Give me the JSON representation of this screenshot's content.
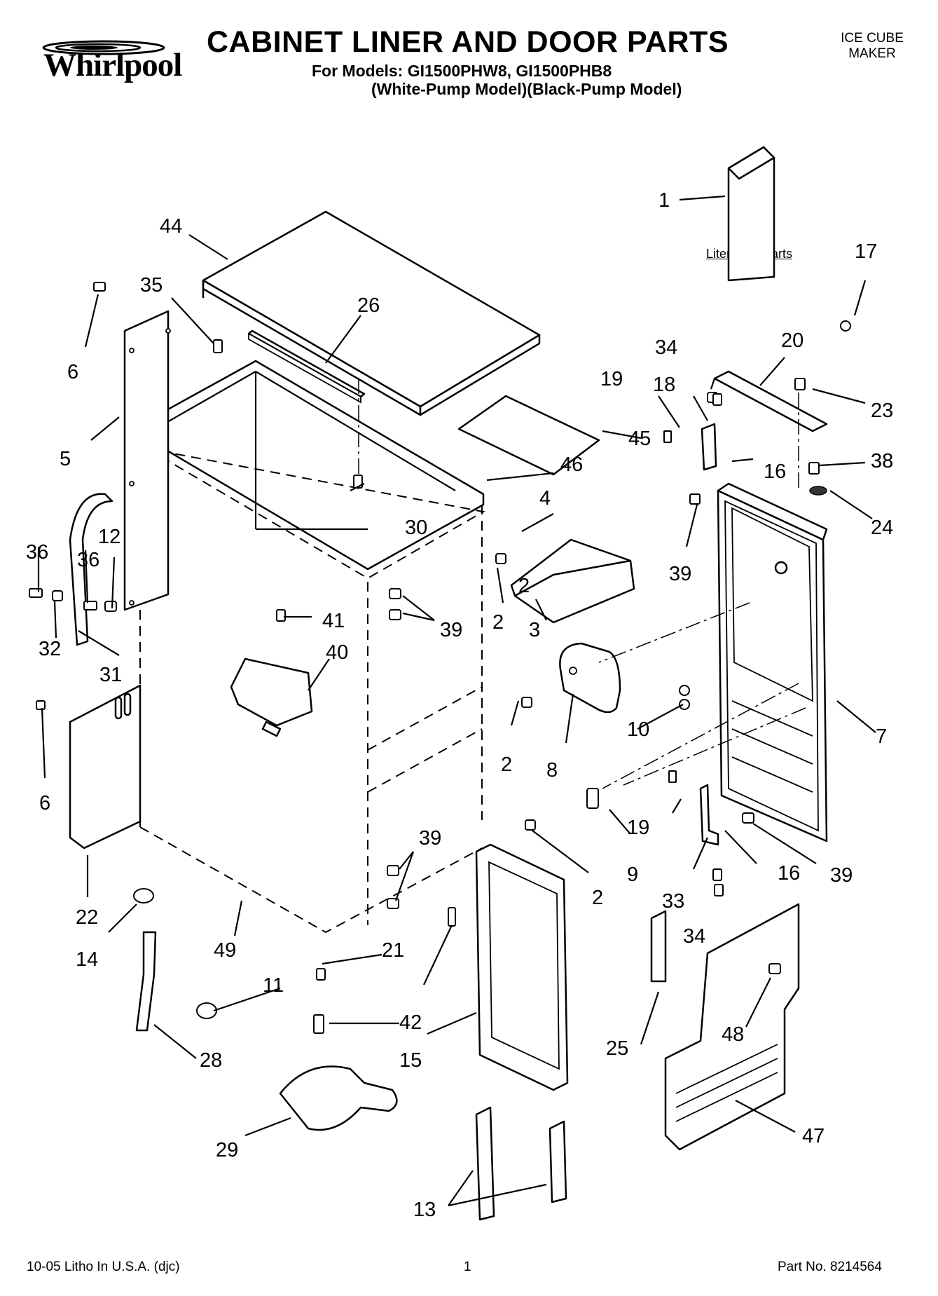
{
  "header": {
    "brand": "Whirlpool",
    "title": "CABINET LINER AND DOOR PARTS",
    "models_line": "For Models: GI1500PHW8, GI1500PHB8",
    "variants_line": "(White-Pump Model)(Black-Pump Model)",
    "category_line1": "ICE CUBE",
    "category_line2": "MAKER"
  },
  "literature_label": "Literature Parts",
  "callouts": [
    "1",
    "2",
    "2",
    "2",
    "2",
    "3",
    "4",
    "5",
    "6",
    "6",
    "7",
    "8",
    "9",
    "10",
    "11",
    "12",
    "13",
    "14",
    "15",
    "16",
    "16",
    "17",
    "18",
    "19",
    "19",
    "20",
    "21",
    "22",
    "23",
    "24",
    "25",
    "26",
    "28",
    "29",
    "30",
    "31",
    "32",
    "33",
    "34",
    "34",
    "35",
    "36",
    "36",
    "38",
    "39",
    "39",
    "39",
    "39",
    "40",
    "41",
    "42",
    "44",
    "45",
    "46",
    "47",
    "48",
    "49"
  ],
  "footer": {
    "left": "10-05 Litho In U.S.A. (djc)",
    "center": "1",
    "right": "Part No. 8214564"
  },
  "colors": {
    "ink": "#000000",
    "paper": "#ffffff"
  },
  "icons": [
    "whirlpool-swirl-icon"
  ]
}
